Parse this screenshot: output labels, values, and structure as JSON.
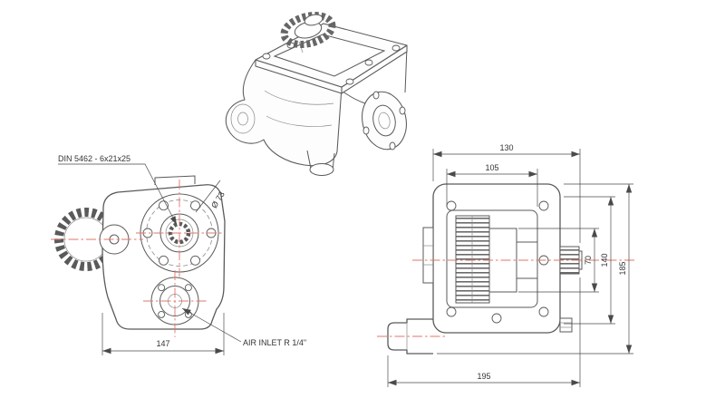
{
  "colors": {
    "line": "#5a5a5a",
    "thin": "#8a8a8a",
    "centerline": "#e0756b",
    "dim": "#4a4a4a",
    "text": "#333333",
    "background": "#ffffff"
  },
  "front_view": {
    "label_din": "DIN 5462 - 6x21x25",
    "label_air_inlet": "AIR INLET R 1/4\"",
    "label_diameter": "Ø 73",
    "dim_width": "147"
  },
  "side_view": {
    "dim_overall_top": "130",
    "dim_inner_top": "105",
    "dim_shaft_height": "70",
    "dim_mid_height": "140",
    "dim_overall_height": "185",
    "dim_overall_width": "195"
  }
}
